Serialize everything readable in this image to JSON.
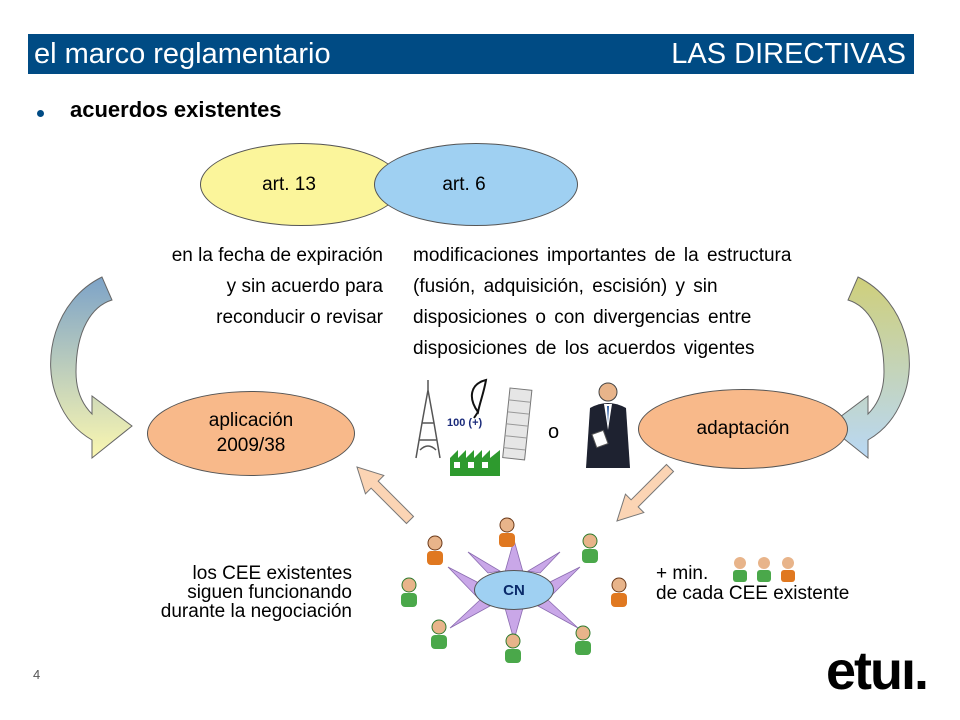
{
  "header": {
    "title_left": "el marco reglamentario",
    "title_right": "LAS DIRECTIVAS"
  },
  "bullet": {
    "text": "acuerdos existentes"
  },
  "articles": {
    "left": "art. 13",
    "right": "art. 6"
  },
  "left_conditions": [
    "en la fecha de expiración",
    "y sin acuerdo para",
    "reconducir o revisar"
  ],
  "right_conditions": [
    "modificaciones importantes de la estructura",
    "(fusión, adquisición, escisión) y sin",
    "disposiciones o con divergencias entre",
    "disposiciones de los acuerdos vigentes"
  ],
  "outcomes": {
    "left_line1": "aplicación",
    "left_line2": "2009/38",
    "right": "adaptación",
    "or": "o"
  },
  "illustration": {
    "tag": "100 (+)"
  },
  "cn": {
    "label": "CN",
    "left_lines": [
      "los CEE existentes",
      "siguen funcionando",
      "durante la negociación"
    ],
    "right_line1": "+ min.",
    "right_line2": "de cada CEE existente"
  },
  "footer": {
    "page_number": "4",
    "logo": "etuı."
  },
  "colors": {
    "title_bar": "#004b84",
    "yellow": "#fbf59b",
    "blue": "#9fd0f2",
    "orange": "#f8b98a",
    "arrow_fill": "#fbd4b4",
    "ray_fill": "#c9a7e8"
  },
  "icons": [
    "eiffel-tower-icon",
    "leaning-tower-icon",
    "quill-pen-icon",
    "factory-icon",
    "businessman-icon",
    "worker-icon"
  ]
}
